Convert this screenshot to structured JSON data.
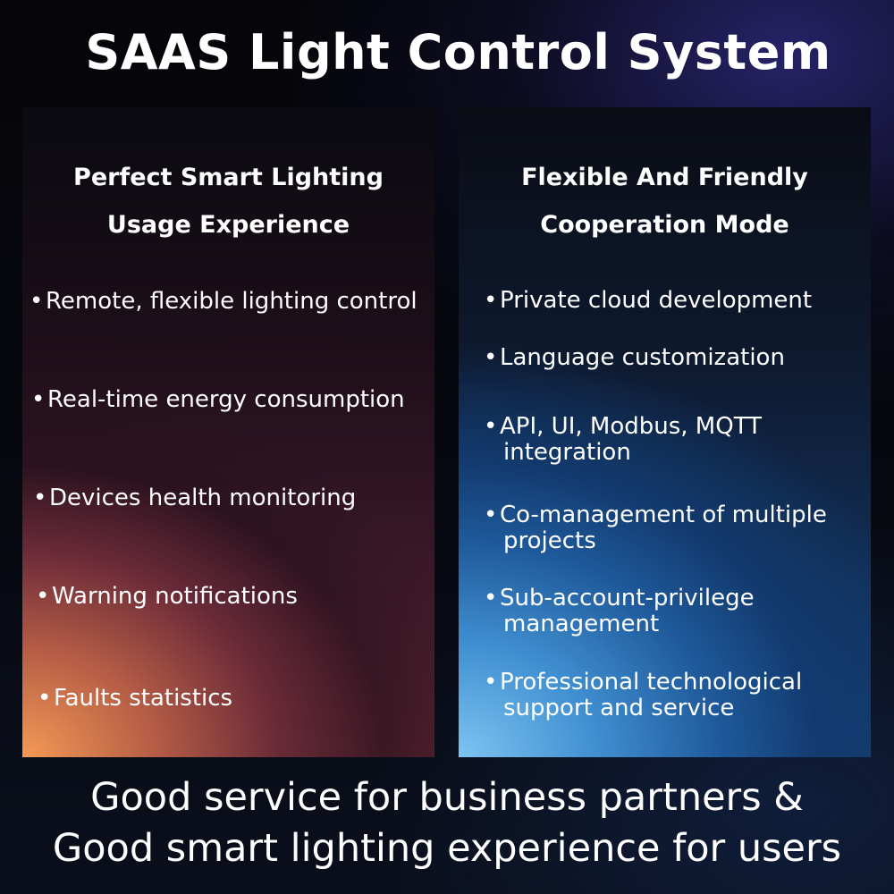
{
  "title": "SAAS Light Control System",
  "left_panel": {
    "heading_line1": "Perfect Smart Lighting",
    "heading_line2": "Usage Experience",
    "bullet_symbol": "•",
    "items": [
      "Remote, flexible lighting control",
      "Real-time energy consumption",
      "Devices health monitoring",
      "Warning notifications",
      "Faults statistics"
    ]
  },
  "right_panel": {
    "heading_line1": "Flexible And Friendly",
    "heading_line2": "Cooperation Mode",
    "bullet_symbol": "•",
    "items": [
      {
        "line1": "Private cloud development",
        "line2": ""
      },
      {
        "line1": "Language customization",
        "line2": ""
      },
      {
        "line1": "API, UI, Modbus, MQTT",
        "line2": "integration"
      },
      {
        "line1": "Co-management of multiple",
        "line2": "projects"
      },
      {
        "line1": "Sub-account-privilege",
        "line2": "management"
      },
      {
        "line1": "Professional technological",
        "line2": "support and service"
      }
    ]
  },
  "footer": {
    "line1": "Good service for business partners &",
    "line2": "Good smart lighting experience for users"
  },
  "colors": {
    "text": "#ffffff",
    "left_panel_accent": "#f39a55",
    "right_panel_accent": "#7cc4f2"
  }
}
